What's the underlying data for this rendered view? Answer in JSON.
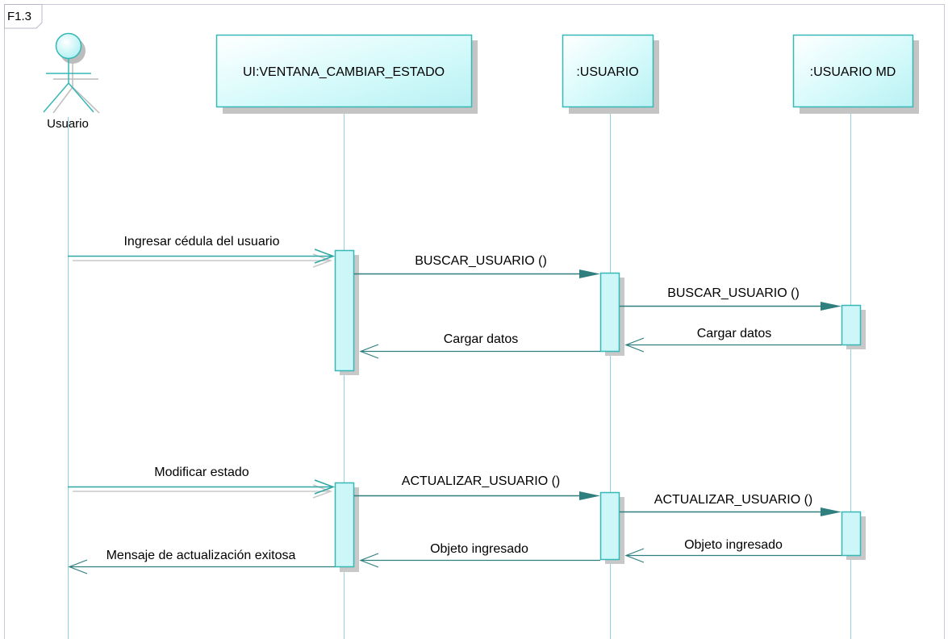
{
  "frame": {
    "label": "F1.3"
  },
  "actor": {
    "name": "Usuario"
  },
  "lifelines": [
    {
      "label": "UI:VENTANA_CAMBIAR_ESTADO"
    },
    {
      "label": ":USUARIO"
    },
    {
      "label": ":USUARIO MD"
    }
  ],
  "messages": {
    "m1": "Ingresar cédula del usuario",
    "m2": "BUSCAR_USUARIO ()",
    "m3": "BUSCAR_USUARIO ()",
    "m4": "Cargar datos",
    "m5": "Cargar datos",
    "m6": "Modificar estado",
    "m7": "ACTUALIZAR_USUARIO ()",
    "m8": "ACTUALIZAR_USUARIO ()",
    "m9": "Objeto ingresado",
    "m10": "Objeto ingresado",
    "m11": "Mensaje de actualización exitosa"
  },
  "colors": {
    "lifeline": "#8fd3dc",
    "box_fill": "#cdf6f8",
    "box_stroke": "#35b8b6",
    "message": "#2f7f7f",
    "shadow": "#c8c8c8"
  }
}
